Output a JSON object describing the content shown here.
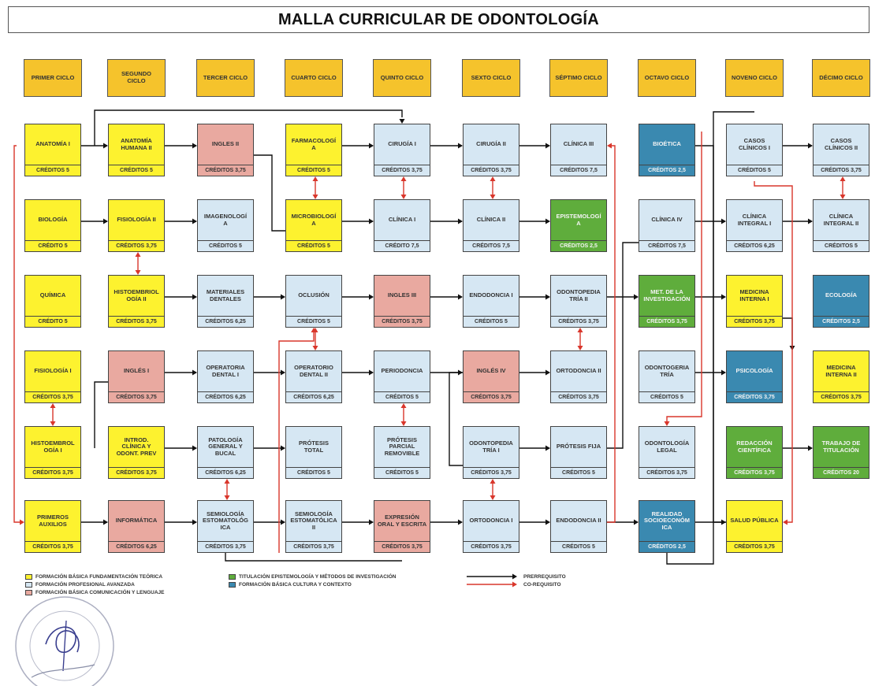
{
  "title": "MALLA CURRICULAR DE ODONTOLOGÍA",
  "cycles": [
    "PRIMER CICLO",
    "SEGUNDO\nCICLO",
    "TERCER CICLO",
    "CUARTO CICLO",
    "QUINTO CICLO",
    "SEXTO CICLO",
    "SÉPTIMO CICLO",
    "OCTAVO CICLO",
    "NOVENO CICLO",
    "DÉCIMO CICLO"
  ],
  "courses": [
    {
      "name": "ANATOMÍA I",
      "credits": "CRÉDITOS 5",
      "color": "yellow",
      "col": 0,
      "row": 0
    },
    {
      "name": "BIOLOGÍA",
      "credits": "CRÉDITO 5",
      "color": "yellow",
      "col": 0,
      "row": 1
    },
    {
      "name": "QUÍMICA",
      "credits": "CRÉDITO 5",
      "color": "yellow",
      "col": 0,
      "row": 2
    },
    {
      "name": "FISIOLOGÍA I",
      "credits": "CRÉDITOS 3,75",
      "color": "yellow",
      "col": 0,
      "row": 3
    },
    {
      "name": "HISTOEMBROL\nOGÍA I",
      "credits": "CRÉDITOS 3,75",
      "color": "yellow",
      "col": 0,
      "row": 4
    },
    {
      "name": "PRIMEROS\nAUXILIOS",
      "credits": "CRÉDITOS 3,75",
      "color": "yellow",
      "col": 0,
      "row": 5
    },
    {
      "name": "ANATOMÍA\nHUMANA II",
      "credits": "CRÉDITOS 5",
      "color": "yellow",
      "col": 1,
      "row": 0
    },
    {
      "name": "FISIOLOGÍA II",
      "credits": "CRÉDITOS 3,75",
      "color": "yellow",
      "col": 1,
      "row": 1
    },
    {
      "name": "HISTOEMBRIOL\nOGÍA II",
      "credits": "CRÉDITOS 3,75",
      "color": "yellow",
      "col": 1,
      "row": 2
    },
    {
      "name": "INGLÉS I",
      "credits": "CRÉDITOS 3,75",
      "color": "pink",
      "col": 1,
      "row": 3
    },
    {
      "name": "INTROD.\nCLÍNICA Y\nODONT. PREV",
      "credits": "CRÉDITOS 3,75",
      "color": "yellow",
      "col": 1,
      "row": 4
    },
    {
      "name": "INFORMÁTICA",
      "credits": "CRÉDITOS 6,25",
      "color": "pink",
      "col": 1,
      "row": 5
    },
    {
      "name": "INGLES II",
      "credits": "CRÉDITOS 3,75",
      "color": "pink",
      "col": 2,
      "row": 0
    },
    {
      "name": "IMAGENOLOGÍ\nA",
      "credits": "CRÉDITOS 5",
      "color": "light",
      "col": 2,
      "row": 1
    },
    {
      "name": "MATERIALES\nDENTALES",
      "credits": "CRÉDITOS 6,25",
      "color": "light",
      "col": 2,
      "row": 2
    },
    {
      "name": "OPERATORIA\nDENTAL I",
      "credits": "CRÉDITOS 6,25",
      "color": "light",
      "col": 2,
      "row": 3
    },
    {
      "name": "PATOLOGÍA\nGENERAL Y\nBUCAL",
      "credits": "CRÉDITOS 6,25",
      "color": "light",
      "col": 2,
      "row": 4
    },
    {
      "name": "SEMIOLOGÍA\nESTOMATOLÓG\nICA",
      "credits": "CRÉDITOS 3,75",
      "color": "light",
      "col": 2,
      "row": 5
    },
    {
      "name": "FARMACOLOGÍ\nA",
      "credits": "CRÉDITOS 5",
      "color": "yellow",
      "col": 3,
      "row": 0
    },
    {
      "name": "MICROBIOLOGÍ\nA",
      "credits": "CRÉDITOS 5",
      "color": "yellow",
      "col": 3,
      "row": 1
    },
    {
      "name": "OCLUSIÓN",
      "credits": "CRÉDITOS 5",
      "color": "light",
      "col": 3,
      "row": 2
    },
    {
      "name": "OPERATORIO\nDENTAL II",
      "credits": "CRÉDITOS 6,25",
      "color": "light",
      "col": 3,
      "row": 3
    },
    {
      "name": "PRÓTESIS\nTOTAL",
      "credits": "CRÉDITOS 5",
      "color": "light",
      "col": 3,
      "row": 4
    },
    {
      "name": "SEMIOLOGÍA\nESTOMATÓLICA\nII",
      "credits": "CRÉDITOS 3,75",
      "color": "light",
      "col": 3,
      "row": 5
    },
    {
      "name": "CIRUGÍA I",
      "credits": "CRÉDITOS 3,75",
      "color": "light",
      "col": 4,
      "row": 0
    },
    {
      "name": "CLÍNICA I",
      "credits": "CRÉDITO 7,5",
      "color": "light",
      "col": 4,
      "row": 1
    },
    {
      "name": "INGLES III",
      "credits": "CRÉDITOS 3,75",
      "color": "pink",
      "col": 4,
      "row": 2
    },
    {
      "name": "PERIODONCIA",
      "credits": "CRÉDITOS 5",
      "color": "light",
      "col": 4,
      "row": 3
    },
    {
      "name": "PRÓTESIS\nPARCIAL\nREMOVIBLE",
      "credits": "CRÉDITOS 5",
      "color": "light",
      "col": 4,
      "row": 4
    },
    {
      "name": "EXPRESIÓN\nORAL Y ESCRITA",
      "credits": "CRÉDITOS 3,75",
      "color": "pink",
      "col": 4,
      "row": 5
    },
    {
      "name": "CIRUGÍA II",
      "credits": "CRÉDITOS 3,75",
      "color": "light",
      "col": 5,
      "row": 0
    },
    {
      "name": "CLÍNICA II",
      "credits": "CRÉDITOS 7,5",
      "color": "light",
      "col": 5,
      "row": 1
    },
    {
      "name": "ENDODONCIA I",
      "credits": "CRÉDITOS 5",
      "color": "light",
      "col": 5,
      "row": 2
    },
    {
      "name": "INGLÉS IV",
      "credits": "CRÉDITOS 3,75",
      "color": "pink",
      "col": 5,
      "row": 3
    },
    {
      "name": "ODONTOPEDIA\nTRÍA I",
      "credits": "CRÉDITOS 3,75",
      "color": "light",
      "col": 5,
      "row": 4
    },
    {
      "name": "ORTODONCIA I",
      "credits": "CRÉDITOS 3,75",
      "color": "light",
      "col": 5,
      "row": 5
    },
    {
      "name": "CLÍNICA III",
      "credits": "CRÉDITOS 7,5",
      "color": "light",
      "col": 6,
      "row": 0
    },
    {
      "name": "EPISTEMOLOGÍ\nA",
      "credits": "CRÉDITOS 2,5",
      "color": "green",
      "col": 6,
      "row": 1
    },
    {
      "name": "ODONTOPEDIA\nTRÍA II",
      "credits": "CRÉDITOS 3,75",
      "color": "light",
      "col": 6,
      "row": 2
    },
    {
      "name": "ORTODONCIA II",
      "credits": "CRÉDITOS 3,75",
      "color": "light",
      "col": 6,
      "row": 3
    },
    {
      "name": "PRÓTESIS FIJA",
      "credits": "CRÉDITOS 5",
      "color": "light",
      "col": 6,
      "row": 4
    },
    {
      "name": "ENDODONCIA II",
      "credits": "CRÉDITOS 5",
      "color": "light",
      "col": 6,
      "row": 5
    },
    {
      "name": "BIOÉTICA",
      "credits": "CRÉDITOS 2,5",
      "color": "blue",
      "col": 7,
      "row": 0
    },
    {
      "name": "CLÍNICA IV",
      "credits": "CRÉDITOS 7,5",
      "color": "light",
      "col": 7,
      "row": 1
    },
    {
      "name": "MET. DE LA\nINVESTIGACIÓN",
      "credits": "CRÉDITOS 3,75",
      "color": "green",
      "col": 7,
      "row": 2
    },
    {
      "name": "ODONTOGERIA\nTRÍA",
      "credits": "CRÉDITOS 5",
      "color": "light",
      "col": 7,
      "row": 3
    },
    {
      "name": "ODONTOLOGÍA\nLEGAL",
      "credits": "CRÉDITOS 3,75",
      "color": "light",
      "col": 7,
      "row": 4
    },
    {
      "name": "REALIDAD\nSOCIOECONÓM\nICA",
      "credits": "CRÉDITOS 2,5",
      "color": "blue",
      "col": 7,
      "row": 5
    },
    {
      "name": "CASOS\nCLÍNICOS I",
      "credits": "CRÉDITOS 5",
      "color": "light",
      "col": 8,
      "row": 0
    },
    {
      "name": "CLÍNICA\nINTEGRAL I",
      "credits": "CRÉDITOS 6,25",
      "color": "light",
      "col": 8,
      "row": 1
    },
    {
      "name": "MEDICINA\nINTERNA I",
      "credits": "CRÉDITOS 3,75",
      "color": "yellow",
      "col": 8,
      "row": 2
    },
    {
      "name": "PSICOLOGÍA",
      "credits": "CRÉDITOS 3,75",
      "color": "blue",
      "col": 8,
      "row": 3
    },
    {
      "name": "REDACCIÓN\nCIENTÍFICA",
      "credits": "CRÉDITOS 3,75",
      "color": "green",
      "col": 8,
      "row": 4
    },
    {
      "name": "SALUD PÚBLICA",
      "credits": "CRÉDITOS 3,75",
      "color": "yellow",
      "col": 8,
      "row": 5
    },
    {
      "name": "CASOS\nCLÍNICOS II",
      "credits": "CRÉDITOS 3,75",
      "color": "light",
      "col": 9,
      "row": 0
    },
    {
      "name": "CLÍNICA\nINTEGRAL II",
      "credits": "CRÉDITOS 5",
      "color": "light",
      "col": 9,
      "row": 1
    },
    {
      "name": "ECOLOGÍA",
      "credits": "CRÉDITOS 2,5",
      "color": "blue",
      "col": 9,
      "row": 2
    },
    {
      "name": "MEDICINA\nINTERNA II",
      "credits": "CRÉDITOS 3,75",
      "color": "yellow",
      "col": 9,
      "row": 3
    },
    {
      "name": "TRABAJO DE\nTITULACIÓN",
      "credits": "CRÉDITOS 20",
      "color": "green",
      "col": 9,
      "row": 4
    }
  ],
  "legend": {
    "categories": [
      {
        "label": "FORMACIÓN BÁSICA FUNDAMENTACIÓN TEÓRICA",
        "color": "#fdf22f"
      },
      {
        "label": "FORMACIÓN PROFESIONAL AVANZADA",
        "color": "#d6e7f3"
      },
      {
        "label": "FORMACIÓN BÁSICA COMUNICACIÓN Y LENGUAJE",
        "color": "#e9a9a0"
      },
      {
        "label": "TITULACIÓN EPISTEMOLOGÍA Y MÉTODOS DE INVESTIGACIÓN",
        "color": "#5fad3c"
      },
      {
        "label": "FORMACIÓN BÁSICA CULTURA Y CONTEXTO",
        "color": "#3a89b0"
      }
    ],
    "prerequisite": "PRERREQUISITO",
    "corequisite": "CO-REQUISITO"
  },
  "colors": {
    "prerequisite": "#111111",
    "corequisite": "#d9362b",
    "cycle": "#f5c32c"
  }
}
